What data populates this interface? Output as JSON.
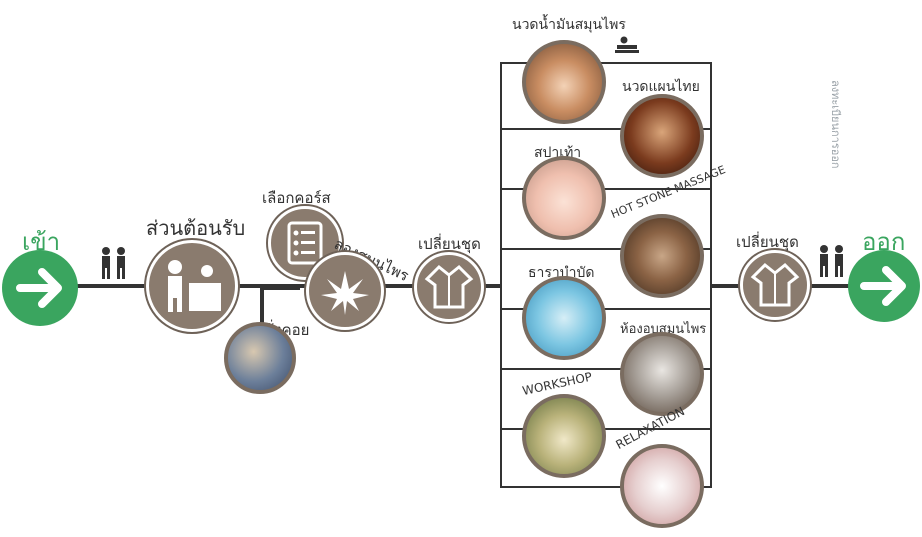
{
  "entry": {
    "label": "เข้า",
    "icon": "arrow-right-icon"
  },
  "exit": {
    "label": "ออก",
    "icon": "arrow-right-icon"
  },
  "steps": {
    "reception": "ส่วนต้อนรับ",
    "select_course": "เลือกคอร์ส",
    "try_herbs": "ลองสมุนไพร",
    "lounge": "นั่งคอย",
    "change_clothes_1": "เปลี่ยนชุด",
    "change_clothes_2": "เปลี่ยนชุด"
  },
  "services": [
    {
      "label": "นวดน้ำมันสมุนไพร"
    },
    {
      "label": "นวดแผนไทย"
    },
    {
      "label": "สปาเท้า"
    },
    {
      "label": "HOT STONE MASSAGE"
    },
    {
      "label": "ธาราบำบัด"
    },
    {
      "label": "ห้องอบสมุนไพร"
    },
    {
      "label": "WORKSHOP"
    },
    {
      "label": "RELAXATION"
    }
  ],
  "side_note": "ลงทะเบียนการออก",
  "colors": {
    "green": "#3aa55f",
    "circle_gray": "#8a7b6e",
    "line": "#333333"
  }
}
